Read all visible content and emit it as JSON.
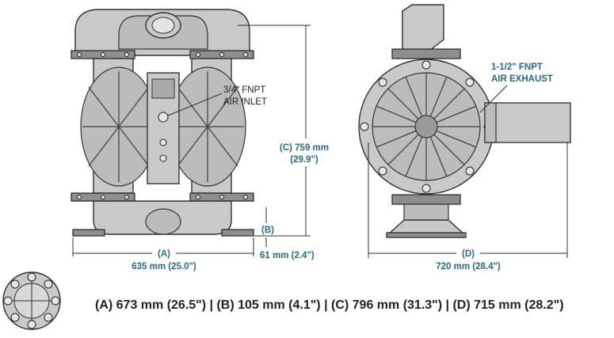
{
  "front_view": {
    "dim_a": {
      "letter": "(A)",
      "value": "635 mm (25.0\")"
    },
    "dim_b": {
      "letter": "(B)",
      "value": "61 mm (2.4\")"
    },
    "dim_c": {
      "line1": "(C) 759 mm",
      "line2": "(29.9\")"
    },
    "air_inlet": {
      "line1": "3/4\" FNPT",
      "line2": "AIR INLET"
    }
  },
  "side_view": {
    "dim_d": {
      "letter": "(D)",
      "value": "720 mm (28.4\")"
    },
    "air_exhaust": {
      "line1": "1-1/2\" FNPT",
      "line2": "AIR EXHAUST"
    }
  },
  "alternate_dimensions": "(A) 673 mm (26.5\") | (B) 105 mm (4.1\") | (C) 796 mm (31.3\") | (D) 715 mm (28.2\")",
  "colors": {
    "label": "#2a6b80",
    "metal": "#c9c9c9",
    "outline": "#333333"
  }
}
